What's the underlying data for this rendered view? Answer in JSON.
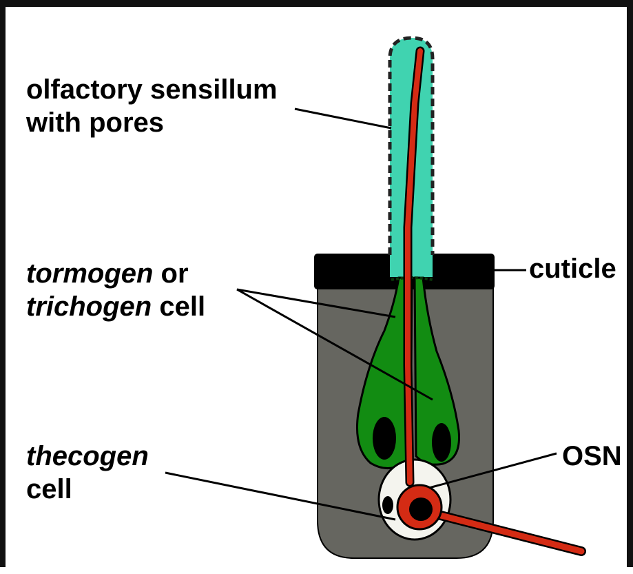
{
  "labels": {
    "sensillum": {
      "line1": "olfactory sensillum",
      "line2": "with pores"
    },
    "support_cell": {
      "line1_em": "tormogen",
      "line1_rest": " or",
      "line2_em": "trichogen",
      "line2_rest": " cell"
    },
    "thecogen": {
      "line1_em": "thecogen",
      "line2": "cell"
    },
    "cuticle": "cuticle",
    "osn": "OSN"
  },
  "colors": {
    "sensillum_fill": "#40D3B0",
    "tissue": "#666660",
    "cuticle": "#000000",
    "support_cell": "#128C12",
    "osn": "#D42B14",
    "thecogen": "#F4F4EE",
    "outline": "#000000"
  }
}
